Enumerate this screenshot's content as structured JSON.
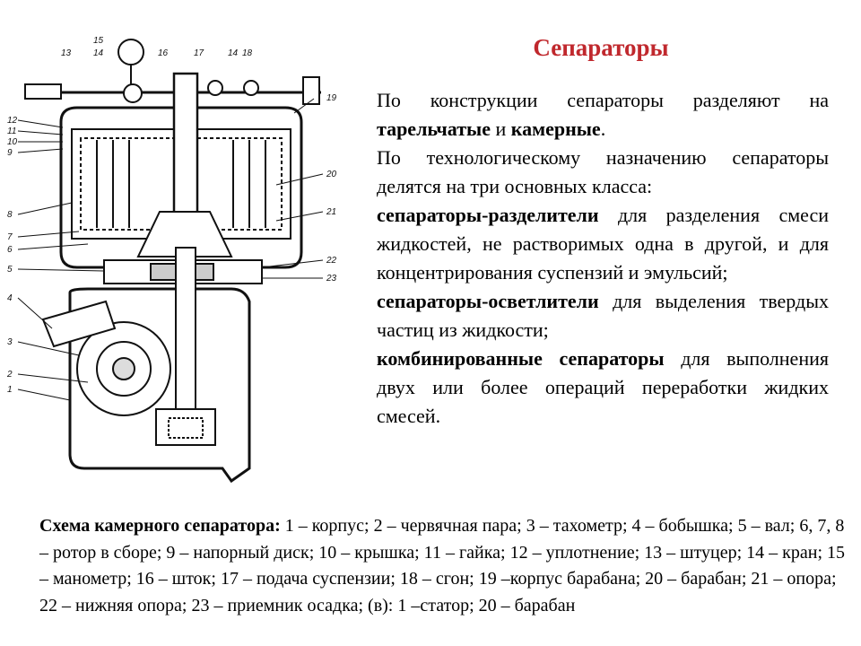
{
  "title": "Сепараторы",
  "paragraphs": [
    {
      "pre": "",
      "bold": "",
      "text": "По конструкции сепараторы разделяют на "
    },
    {
      "bold2": "тарельчатые",
      "mid": " и ",
      "bold3": "камерные",
      "end": "."
    },
    {
      "text": "По технологическому назначению сепараторы делятся на три основных класса:"
    },
    {
      "bold": "сепараторы-разделители",
      "text": " для разделения смеси жидкостей, не растворимых одна в другой, и для концентрирования суспензий и эмульсий;"
    },
    {
      "bold": "сепараторы-осветлители",
      "text": " для выделения твердых частиц из жидкости;"
    },
    {
      "bold": "комбинированные сепараторы",
      "text": " для выполнения двух или более операций переработки жидких смесей."
    }
  ],
  "caption": {
    "bold": "Схема камерного сепаратора:",
    "text": " 1 – корпус; 2 – червячная пара; 3 – тахометр; 4 – бобышка; 5 – вал; 6, 7, 8 – ротор в сборе; 9 – напорный диск; 10 – крышка; 11 – гайка; 12 – уплотнение; 13 – штуцер; 14 – кран; 15 – манометр; 16 – шток; 17 – подача суспензии; 18 – сгон; 19 –корпус барабана; 20 – барабан; 21 – опора; 22 – нижняя опора; 23 – приемник осадка; (в): 1 –статор; 20 – барабан"
  },
  "figure_labels": {
    "left": [
      "12",
      "11",
      "10",
      "9",
      "8",
      "7",
      "6",
      "5",
      "4",
      "3",
      "2",
      "1"
    ],
    "top": [
      "15",
      "13",
      "14",
      "16",
      "17",
      "14",
      "18"
    ],
    "right": [
      "19",
      "20",
      "21",
      "22",
      "23"
    ]
  }
}
